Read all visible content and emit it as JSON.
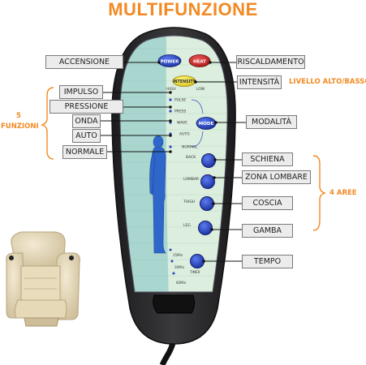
{
  "title": "MULTIFUNZIONE",
  "colors": {
    "accent_orange": "#f28a24",
    "remote_body": "#2b2b2d",
    "panel_left": "#a9d6cf",
    "panel_right": "#dceedd",
    "button_blue": "#2a44c8",
    "button_red": "#d42a2a",
    "button_yellow": "#f3e23a",
    "figure_blue": "#2f66c9"
  },
  "remote": {
    "power": "POWER",
    "heat": "HEAT",
    "intensity": "INTENSITY",
    "high": "HIGH",
    "low": "LOW",
    "mode": "MODE",
    "modes": [
      "PULSE",
      "PRESS",
      "WAVE",
      "AUTO",
      "NORMAL"
    ],
    "areas": [
      "BACK",
      "LOMBAR",
      "THIGH",
      "LEG"
    ],
    "times": [
      "15Min",
      "30Min",
      "60Min"
    ],
    "timer": "TIMER"
  },
  "labels_left": [
    "ACCENSIONE",
    "IMPULSO",
    "PRESSIONE",
    "ONDA",
    "AUTO",
    "NORMALE"
  ],
  "labels_right": [
    "RISCALDAMENTO",
    "INTENSITÀ",
    "MODALITÀ",
    "SCHIENA",
    "ZONA LOMBARE",
    "COSCIA",
    "GAMBA",
    "TEMPO"
  ],
  "annotations": {
    "intensity_levels": "LIVELLO ALTO/BASSO",
    "five_functions_num": "5",
    "five_functions_word": "FUNZIONI",
    "four_areas": "4 AREE"
  }
}
